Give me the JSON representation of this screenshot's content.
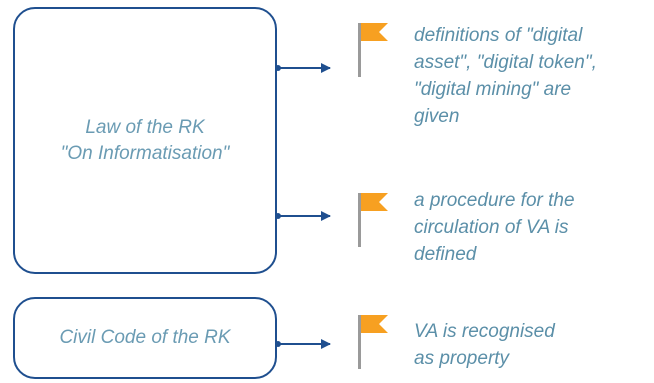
{
  "boxes": {
    "law": {
      "label": "Law of the RK\n\"On Informatisation\""
    },
    "civil_code": {
      "label": "Civil Code of the RK"
    }
  },
  "notes": [
    {
      "text": "definitions of \"digital\nasset\", \"digital token\",\n\"digital mining\" are\ngiven",
      "icon": "flag-icon"
    },
    {
      "text": "a procedure for the\ncirculation of VA is\ndefined",
      "icon": "flag-icon"
    },
    {
      "text": "VA is recognised\nas property",
      "icon": "flag-icon"
    }
  ],
  "colors": {
    "box_border": "#1f4f8f",
    "arrow": "#1f4f8f",
    "flag": "#f7a021",
    "flag_pole": "#9a9a9a",
    "text": "#5b8fa8"
  }
}
